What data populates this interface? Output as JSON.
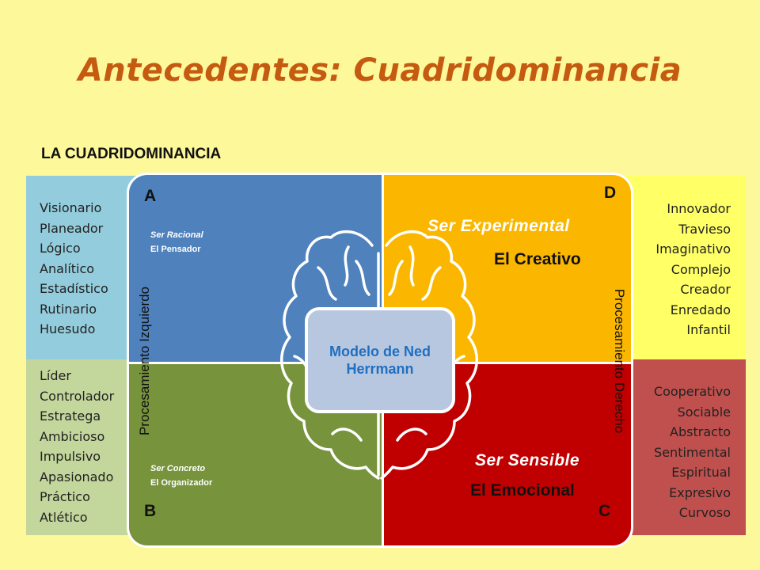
{
  "title": "Antecedentes: Cuadridominancia",
  "subtitle": "LA CUADRIDOMINANCIA",
  "panels": {
    "top_left": [
      "Visionario",
      "Planeador",
      "Lógico",
      "Analítico",
      "Estadístico",
      "Rutinario",
      "Huesudo"
    ],
    "bottom_left": [
      "Líder",
      "Controlador",
      "Estratega",
      "Ambicioso",
      "Impulsivo",
      "Apasionado",
      "Práctico",
      "Atlético"
    ],
    "top_right": [
      "Innovador",
      "Travieso",
      "Imaginativo",
      "Complejo",
      "Creador",
      "Enredado",
      "Infantil"
    ],
    "bottom_right": [
      "Cooperativo",
      "Sociable",
      "Abstracto",
      "Sentimental",
      "Espiritual",
      "Expresivo",
      "Curvoso"
    ]
  },
  "quadrants": {
    "a": {
      "letter": "A",
      "line1": "Ser Racional",
      "line2": "El Pensador"
    },
    "b": {
      "letter": "B",
      "line1": "Ser Concreto",
      "line2": "El Organizador"
    },
    "c": {
      "letter": "C",
      "line1": "Ser Sensible",
      "line2": "El Emocional"
    },
    "d": {
      "letter": "D",
      "line1": "Ser Experimental",
      "line2": "El Creativo"
    }
  },
  "axis_left": "Procesamiento Izquierdo",
  "axis_right": "Procesamiento Derecho",
  "center": {
    "line1": "Modelo de Ned",
    "line2": "Herrmann"
  },
  "colors": {
    "background": "#fdf89a",
    "title": "#c55a11",
    "quadrant_a": "#4f81bd",
    "quadrant_b": "#77933c",
    "quadrant_c": "#c00000",
    "quadrant_d": "#fbb700",
    "panel_top_left": "#93cddd",
    "panel_bottom_left": "#c3d69b",
    "panel_top_right": "#ffff66",
    "panel_bottom_right": "#c0504d",
    "center_box": "#b8c7e0",
    "center_text": "#1f6fc0"
  }
}
